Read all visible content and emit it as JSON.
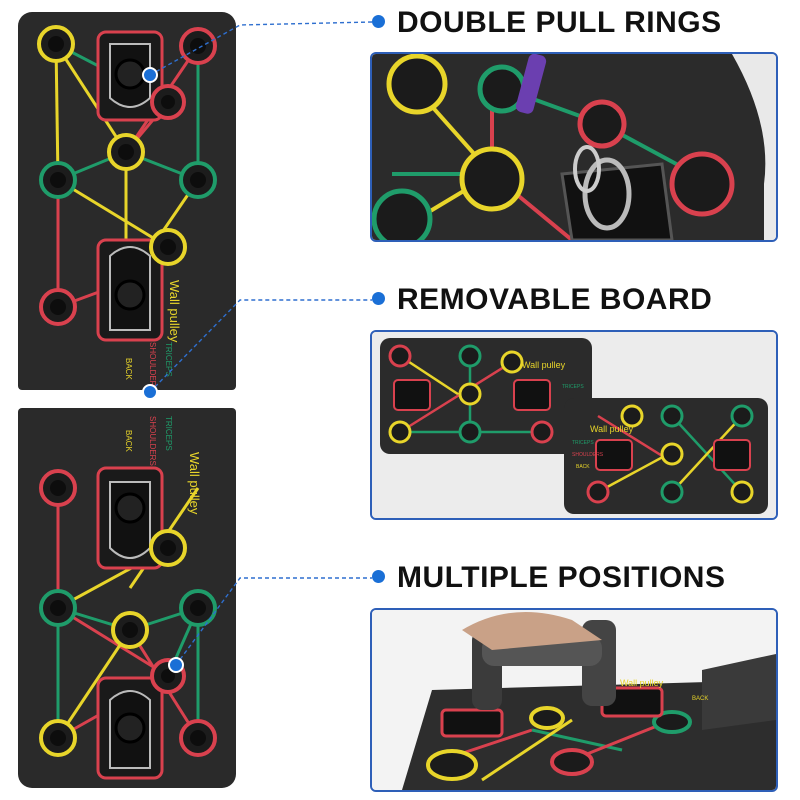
{
  "features": [
    {
      "label": "DOUBLE PULL RINGS"
    },
    {
      "label": "REMOVABLE BOARD"
    },
    {
      "label": "MULTIPLE POSITIONS"
    }
  ],
  "board_text": {
    "wall_pulley": "Wall pulley",
    "triceps": "TRICEPS",
    "shoulders": "SHOULDERS",
    "back": "BACK"
  },
  "colors": {
    "accent": "#1a6fd6",
    "frame": "#2e5fb8",
    "board": "#2a2a2a",
    "red": "#d9414e",
    "yellow": "#e8d52a",
    "green": "#1f9c6a"
  }
}
